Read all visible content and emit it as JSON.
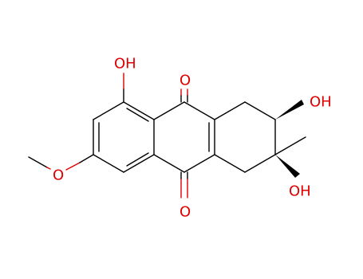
{
  "colors": {
    "bond": "#000000",
    "heteroatom": "#e00000",
    "background": "#ffffff"
  },
  "labels": {
    "oh_top": "OH",
    "o_top": "O",
    "oh_right_upper": "OH",
    "o_left": "O",
    "oh_right_lower": "OH",
    "o_bottom": "O"
  }
}
